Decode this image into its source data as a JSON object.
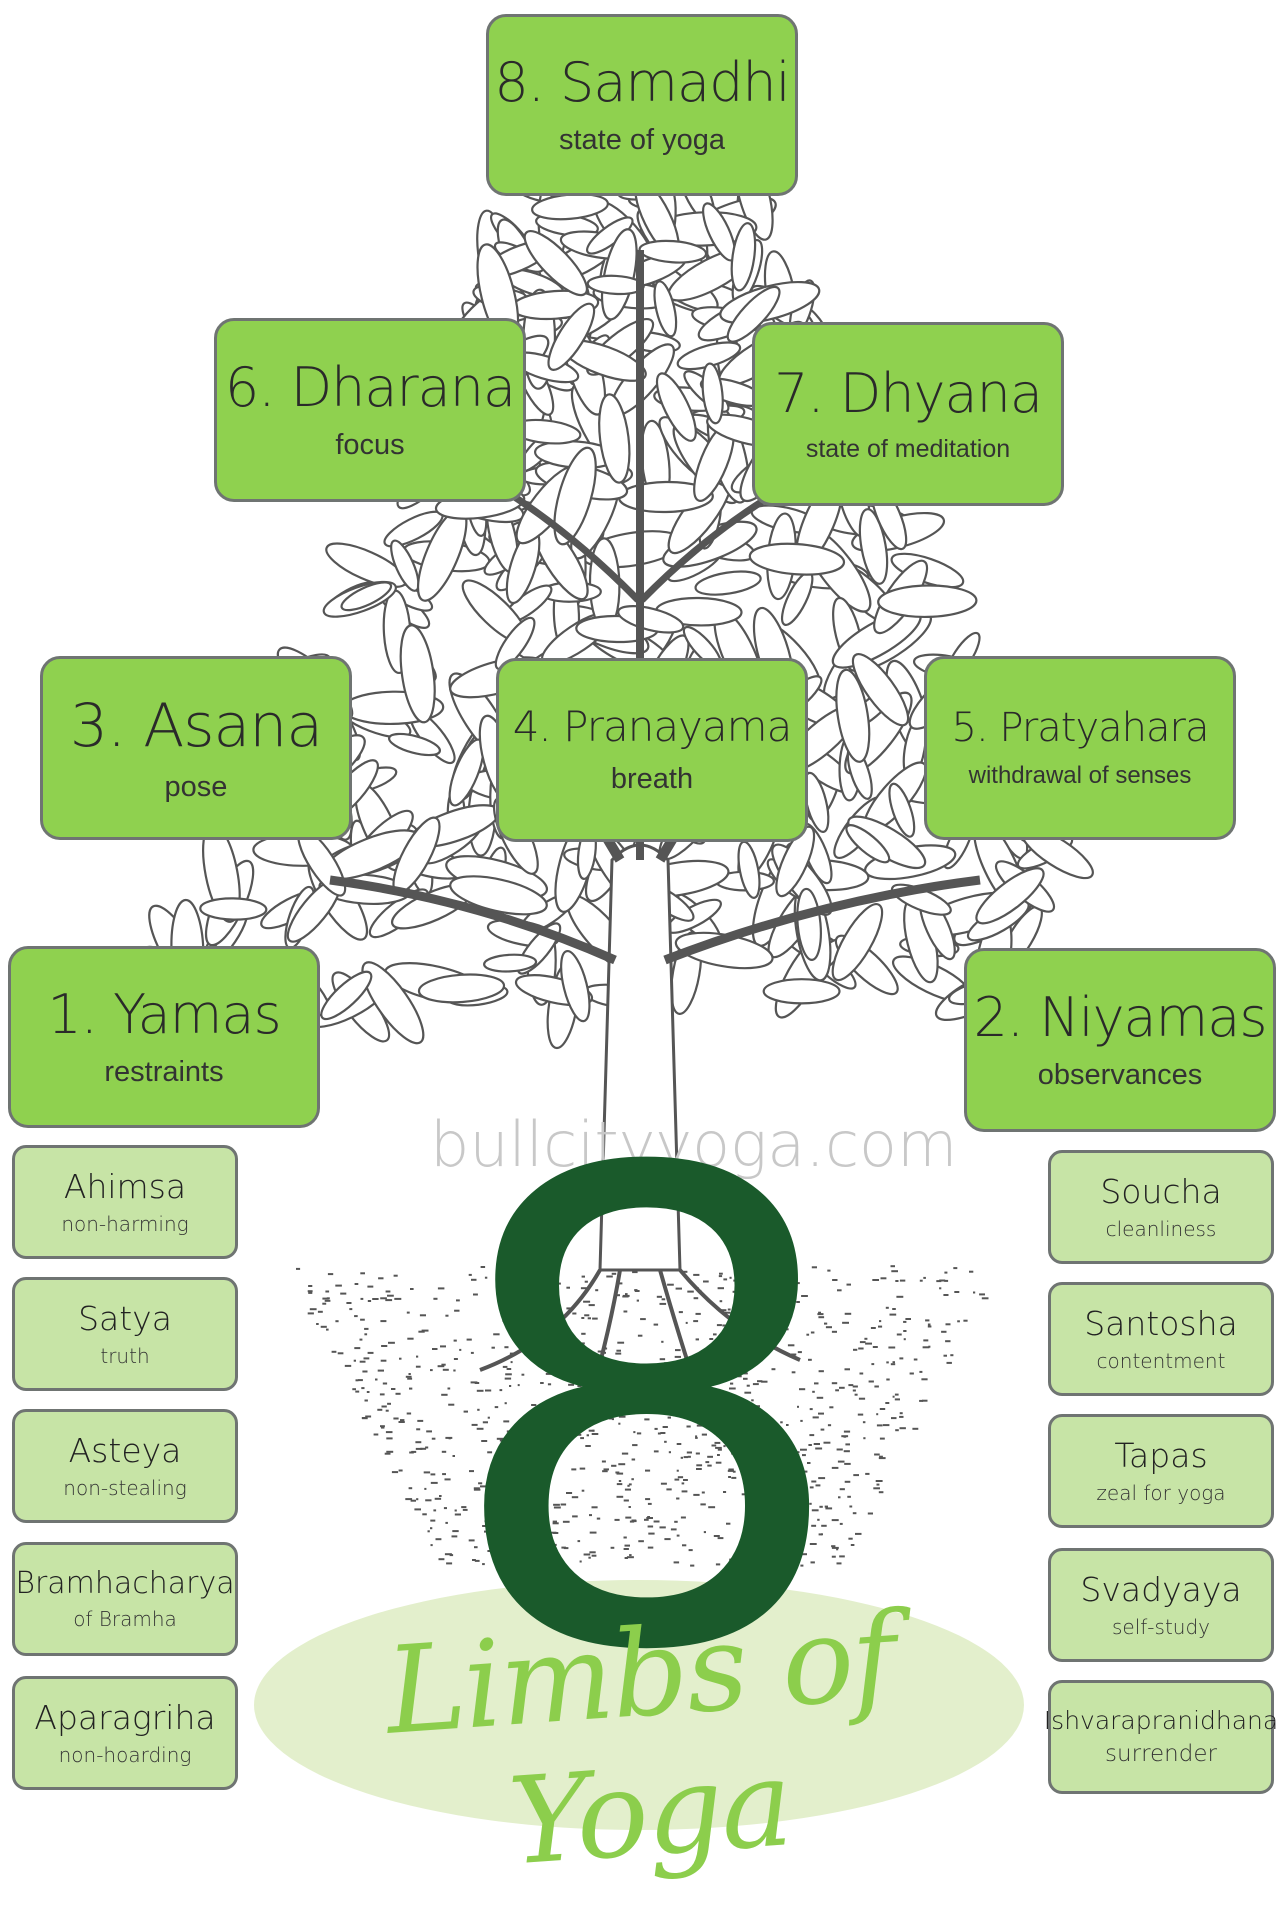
{
  "limbs": {
    "samadhi": {
      "name": "8. Samadhi",
      "meaning": "state of yoga"
    },
    "dharana": {
      "name": "6. Dharana",
      "meaning": "focus"
    },
    "dhyana": {
      "name": "7. Dhyana",
      "meaning": "state of meditation"
    },
    "asana": {
      "name": "3. Asana",
      "meaning": "pose"
    },
    "pranayama": {
      "name": "4. Pranayama",
      "meaning": "breath"
    },
    "pratyahara": {
      "name": "5. Pratyahara",
      "meaning": "withdrawal of senses"
    },
    "yamas": {
      "name": "1. Yamas",
      "meaning": "restraints"
    },
    "niyamas": {
      "name": "2. Niyamas",
      "meaning": "observances"
    }
  },
  "yamas_list": [
    {
      "name": "Ahimsa",
      "meaning": "non-harming"
    },
    {
      "name": "Satya",
      "meaning": "truth"
    },
    {
      "name": "Asteya",
      "meaning": "non-stealing"
    },
    {
      "name": "Bramhacharya",
      "meaning": "of Bramha"
    },
    {
      "name": "Aparagriha",
      "meaning": "non-hoarding"
    }
  ],
  "niyamas_list": [
    {
      "name": "Soucha",
      "meaning": "cleanliness"
    },
    {
      "name": "Santosha",
      "meaning": "contentment"
    },
    {
      "name": "Tapas",
      "meaning": "zeal for yoga"
    },
    {
      "name": "Svadyaya",
      "meaning": "self-study"
    },
    {
      "name": "Ishvarapranidhana",
      "meaning": "surrender"
    }
  ],
  "watermark": "bullcityyoga.com",
  "big_number": "8",
  "subtitle": "Limbs of Yoga",
  "colors": {
    "limb_green": "#8fd14f",
    "pill_green": "#c7e4a6",
    "dark_green": "#1a5a2b",
    "script_green": "#8cce4c",
    "ground_ellipse": "#e3efcc"
  }
}
